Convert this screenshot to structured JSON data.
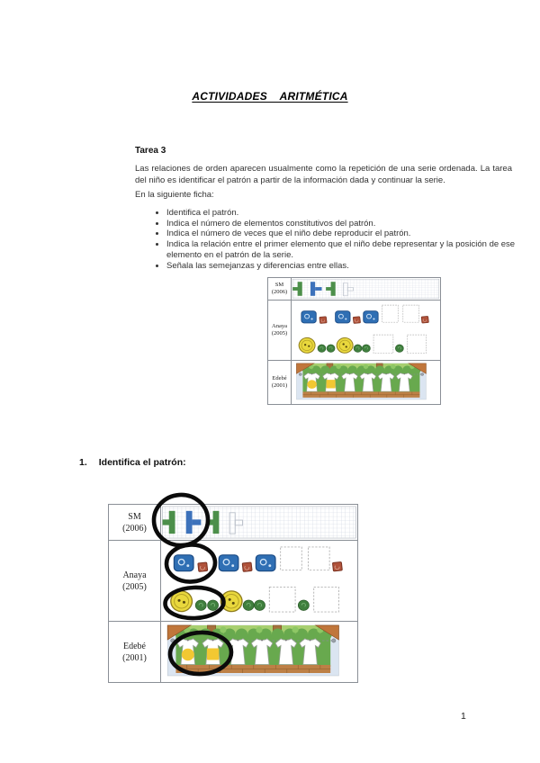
{
  "document": {
    "title": "ACTIVIDADES    ARITMÉTICA",
    "page_number": "1"
  },
  "tarea": {
    "heading": "Tarea 3",
    "intro": "Las relaciones de orden aparecen usualmente como la repetición de una serie ordenada. La tarea del niño es identificar el patrón a partir de la información dada y continuar la serie.",
    "ficha_label": "En la siguiente ficha:",
    "bullets": [
      "Identifica el patrón.",
      "Indica el número de elementos constitutivos del patrón.",
      "Indica el número de veces que el niño debe reproducir el patrón.",
      "Indica la relación entre el primer elemento que el niño debe representar y la posición de ese elemento en el patrón de la serie.",
      "Señala las semejanzas y diferencias entre ellas."
    ]
  },
  "exercise": {
    "number": "1.",
    "title": "Identifica el patrón:"
  },
  "figure": {
    "rows": [
      {
        "line1": "SM",
        "line2": "(2006)"
      },
      {
        "line1": "Anaya",
        "line2": "(2005)"
      },
      {
        "line1": "Edebé",
        "line2": "(2001)"
      }
    ],
    "icons": [
      "green-bracket-shape-icon",
      "blue-bracket-shape-icon",
      "blue-rounded-square-icon",
      "red-square-icon",
      "yellow-button-icon",
      "green-dot-icon",
      "dashed-placeholder-box-icon",
      "clothesline-shirt-icon",
      "highlight-circle-icon"
    ]
  },
  "colors": {
    "shape-green": "#4c8f4a",
    "shape-blue": "#3d72bb",
    "anaya-blue": "#2f6fb4",
    "red-square": "#b0523a",
    "button-yellow": "#e9d83d",
    "dot-green": "#3f7f3d",
    "mark-yellow": "#f2c832",
    "scene-bg": "#dbe5f1",
    "bush-light": "#a8cf70",
    "bush-dark": "#68a94e",
    "trunk-brown": "#a5713d",
    "ground-brown": "#bd8046",
    "grid-line": "#ccd2dd",
    "table-border": "#8a8f96",
    "circle-black": "#0b0b0b"
  }
}
